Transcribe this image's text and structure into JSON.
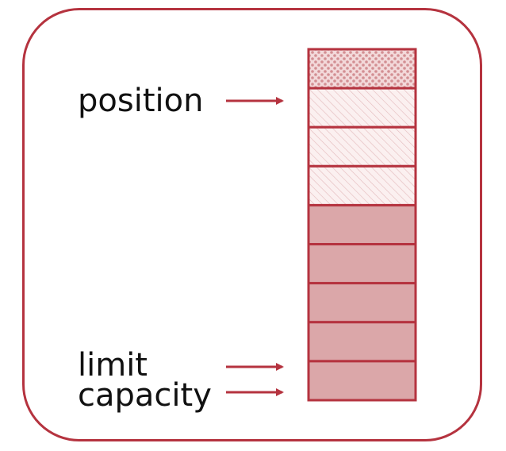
{
  "labels": {
    "position": "position",
    "limit": "limit",
    "capacity": "capacity"
  },
  "buffer": {
    "cell_count": 9,
    "cell_states": [
      "dotted",
      "hatched",
      "hatched",
      "hatched",
      "filled",
      "filled",
      "filled",
      "filled",
      "filled"
    ]
  },
  "colors": {
    "border": "#b5333f",
    "fill": "#dba7a9",
    "arrow": "#b5333f",
    "text": "#111111"
  }
}
